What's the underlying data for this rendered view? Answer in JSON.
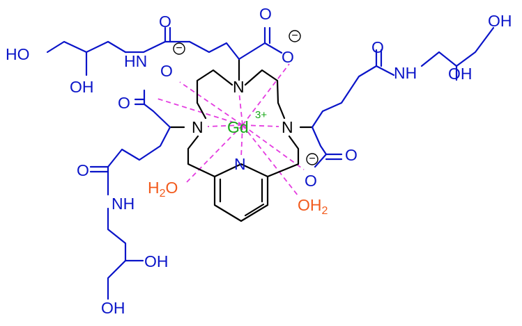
{
  "molecule": {
    "metal": {
      "symbol": "Gd",
      "charge": "3+"
    },
    "amine_label": "N",
    "pyridine_label": "N",
    "carbonyl_oxygen": "O",
    "carboxylate_oxygen": "O",
    "amide_nh": "NH",
    "amide_hn": "HN",
    "hydroxyl": "OH",
    "hydroxyl_left": "HO",
    "water_left": {
      "main": "H",
      "sub": "2",
      "end": "O"
    },
    "water_right": {
      "main": "OH",
      "sub": "2"
    },
    "negative_charge": "−"
  },
  "colors": {
    "ligand_arm": "#0a14c8",
    "macrocycle": "#000000",
    "metal": "#18a818",
    "water": "#f25a1c",
    "coordination": "#e43ce0"
  }
}
